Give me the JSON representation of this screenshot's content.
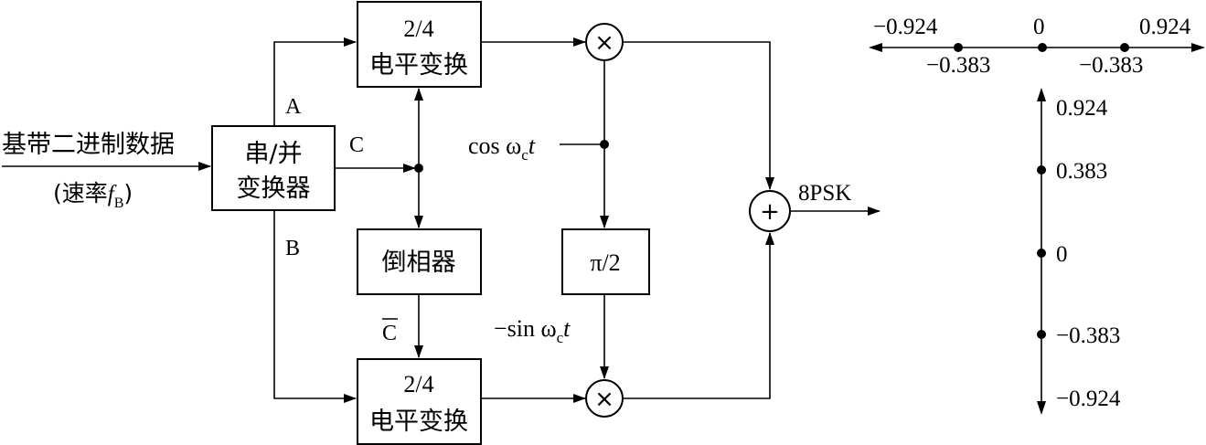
{
  "input": {
    "label": "基带二进制数据",
    "rate_prefix": "(速率",
    "rate_symbol": "f",
    "rate_sub": "B",
    "rate_suffix": ")"
  },
  "blocks": {
    "serial_parallel": {
      "line1": "串/并",
      "line2": "变换器"
    },
    "level_top": {
      "line1": "2/4",
      "line2": "电平变换"
    },
    "level_bottom": {
      "line1": "2/4",
      "line2": "电平变换"
    },
    "inverter": {
      "label": "倒相器"
    },
    "phase_shift": {
      "label": "π/2"
    }
  },
  "branches": {
    "a": "A",
    "b": "B",
    "c": "C",
    "c_bar": "C"
  },
  "carriers": {
    "cos": {
      "prefix": "cos ω",
      "sub": "c",
      "suffix": "t"
    },
    "sin": {
      "prefix": "−sin ω",
      "sub": "c",
      "suffix": "t"
    }
  },
  "symbols": {
    "multiply": "×",
    "add": "+"
  },
  "output": {
    "label": "8PSK"
  },
  "axes": {
    "horizontal": {
      "top_labels": [
        "−0.924",
        "0",
        "0.924"
      ],
      "bottom_labels": [
        "−0.383",
        "−0.383"
      ]
    },
    "vertical": {
      "labels": [
        "0.924",
        "0.383",
        "0",
        "−0.383",
        "−0.924"
      ]
    }
  }
}
